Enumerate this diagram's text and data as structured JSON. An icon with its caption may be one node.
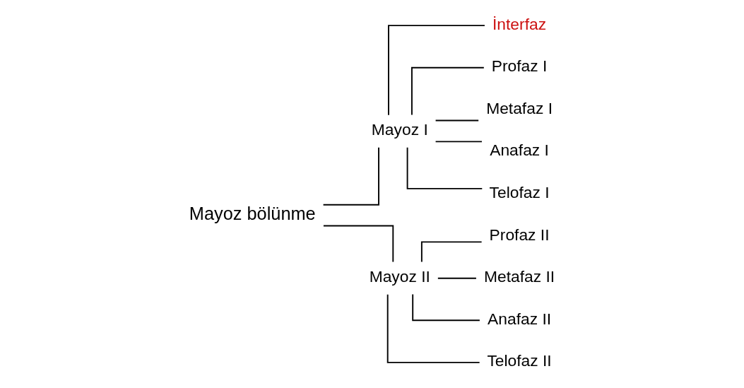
{
  "diagram": {
    "nodes": [
      {
        "text": [
          "Mayoz bölünme"
        ]
      },
      {
        "text": [
          "Mayoz I"
        ]
      },
      {
        "text": [
          "Mayoz II"
        ]
      },
      {
        "text": [
          "İnterfaz"
        ]
      },
      {
        "text": [
          "Profaz I"
        ]
      },
      {
        "text": [
          "Metafaz I"
        ]
      },
      {
        "text": [
          "Anafaz I"
        ]
      },
      {
        "text": [
          "Telofaz I"
        ]
      },
      {
        "text": [
          "Profaz II"
        ]
      },
      {
        "text": [
          "Metafaz II"
        ]
      },
      {
        "text": [
          "Anafaz II"
        ]
      },
      {
        "text": [
          "Telofaz II"
        ]
      }
    ],
    "edges": [
      {
        "from": 0,
        "to": 1,
        "arrow": "none"
      },
      {
        "from": 0,
        "to": 2,
        "arrow": "none"
      },
      {
        "from": 1,
        "to": 3,
        "arrow": "none"
      },
      {
        "from": 1,
        "to": 4,
        "arrow": "none"
      },
      {
        "from": 1,
        "to": 5,
        "arrow": "none"
      },
      {
        "from": 1,
        "to": 6,
        "arrow": "none"
      },
      {
        "from": 1,
        "to": 7,
        "arrow": "none"
      },
      {
        "from": 2,
        "to": 8,
        "arrow": "none"
      },
      {
        "from": 2,
        "to": 9,
        "arrow": "none"
      },
      {
        "from": 2,
        "to": 10,
        "arrow": "none"
      },
      {
        "from": 2,
        "to": 11,
        "arrow": "none"
      }
    ]
  }
}
